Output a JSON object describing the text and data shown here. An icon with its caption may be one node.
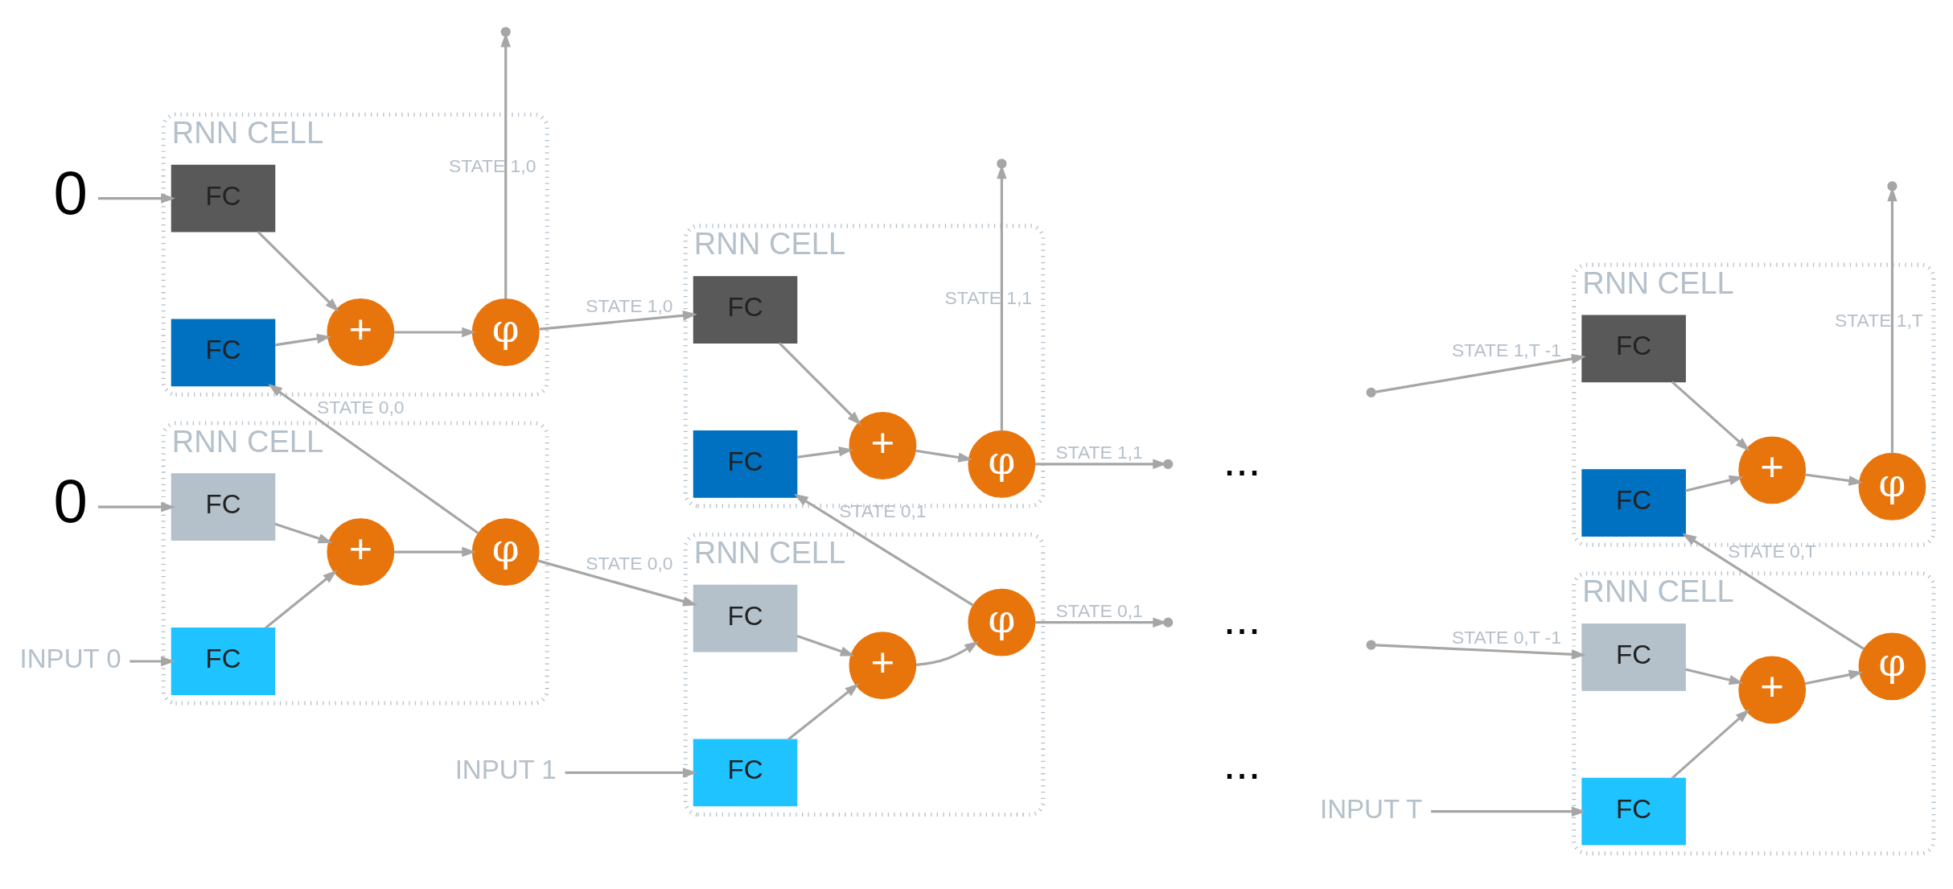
{
  "diagram": {
    "nodes": [
      {
        "text": [
          "0"
        ]
      },
      {
        "text": [
          "0"
        ]
      },
      {
        "text": [
          "RNN CELL"
        ]
      },
      {
        "text": [
          "FC"
        ],
        "in": 2
      },
      {
        "text": [
          "FC"
        ],
        "in": 2
      },
      {
        "text": [
          "+"
        ],
        "in": 2
      },
      {
        "text": [
          "φ"
        ],
        "in": 2
      },
      {
        "text": [
          "RNN CELL"
        ]
      },
      {
        "text": [
          "FC"
        ],
        "in": 7
      },
      {
        "text": [
          "FC"
        ],
        "in": 7
      },
      {
        "text": [
          "+"
        ],
        "in": 7
      },
      {
        "text": [
          "φ"
        ],
        "in": 7
      },
      {
        "text": [
          "RNN CELL"
        ]
      },
      {
        "text": [
          "FC"
        ],
        "in": 12
      },
      {
        "text": [
          "FC"
        ],
        "in": 12
      },
      {
        "text": [
          "+"
        ],
        "in": 12
      },
      {
        "text": [
          "φ"
        ],
        "in": 12
      },
      {
        "text": [
          "RNN CELL"
        ]
      },
      {
        "text": [
          "FC"
        ],
        "in": 17
      },
      {
        "text": [
          "FC"
        ],
        "in": 17
      },
      {
        "text": [
          "+"
        ],
        "in": 17
      },
      {
        "text": [
          "φ"
        ],
        "in": 17
      },
      {
        "text": [
          "RNN CELL"
        ]
      },
      {
        "text": [
          "FC"
        ],
        "in": 22
      },
      {
        "text": [
          "FC"
        ],
        "in": 22
      },
      {
        "text": [
          "+"
        ],
        "in": 22
      },
      {
        "text": [
          "φ"
        ],
        "in": 22
      },
      {
        "text": [
          "RNN CELL"
        ]
      },
      {
        "text": [
          "FC"
        ],
        "in": 27
      },
      {
        "text": [
          "FC"
        ],
        "in": 27
      },
      {
        "text": [
          "+"
        ],
        "in": 27
      },
      {
        "text": [
          "φ"
        ],
        "in": 27
      },
      {
        "text": [
          "INPUT 0"
        ]
      },
      {
        "text": [
          "INPUT 1"
        ]
      },
      {
        "text": [
          "INPUT T"
        ]
      }
    ],
    "edges": [
      {
        "from": 0,
        "to": 3,
        "arrow": "to"
      },
      {
        "from": 3,
        "to": 5,
        "arrow": "to"
      },
      {
        "from": 4,
        "to": 5,
        "arrow": "to"
      },
      {
        "from": 5,
        "to": 6,
        "arrow": "to"
      },
      {
        "from": 6,
        "to": null,
        "arrow": "to",
        "label": "STATE 1,0"
      },
      {
        "from": 6,
        "to": 8,
        "arrow": "to",
        "label": "STATE 1,0"
      },
      {
        "from": 8,
        "to": 10,
        "arrow": "to"
      },
      {
        "from": 9,
        "to": 10,
        "arrow": "to"
      },
      {
        "from": 10,
        "to": 11,
        "arrow": "to"
      },
      {
        "from": 11,
        "to": null,
        "arrow": "to",
        "label": "STATE 1,1"
      },
      {
        "from": 11,
        "to": null,
        "arrow": "to",
        "label": "STATE 1,1"
      },
      {
        "from": null,
        "to": 13,
        "arrow": "to",
        "label": "STATE 1,T -1"
      },
      {
        "from": 13,
        "to": 15,
        "arrow": "to"
      },
      {
        "from": 14,
        "to": 15,
        "arrow": "to"
      },
      {
        "from": 15,
        "to": 16,
        "arrow": "to"
      },
      {
        "from": 16,
        "to": null,
        "arrow": "to",
        "label": "STATE 1,T"
      },
      {
        "from": 21,
        "to": 4,
        "arrow": "to",
        "label": "STATE 0,0"
      },
      {
        "from": 26,
        "to": 9,
        "arrow": "to",
        "label": "STATE 0,1"
      },
      {
        "from": 31,
        "to": 14,
        "arrow": "to",
        "label": "STATE 0,T"
      },
      {
        "from": 1,
        "to": 18,
        "arrow": "to"
      },
      {
        "from": 18,
        "to": 20,
        "arrow": "to"
      },
      {
        "from": 19,
        "to": 20,
        "arrow": "to"
      },
      {
        "from": 20,
        "to": 21,
        "arrow": "to"
      },
      {
        "from": 21,
        "to": 23,
        "arrow": "to",
        "label": "STATE 0,0"
      },
      {
        "from": 23,
        "to": 25,
        "arrow": "to"
      },
      {
        "from": 24,
        "to": 25,
        "arrow": "to"
      },
      {
        "from": 25,
        "to": 26,
        "arrow": "to"
      },
      {
        "from": 26,
        "to": null,
        "arrow": "to",
        "label": "STATE 0,1"
      },
      {
        "from": null,
        "to": 28,
        "arrow": "to",
        "label": "STATE 0,T -1"
      },
      {
        "from": 28,
        "to": 30,
        "arrow": "to"
      },
      {
        "from": 29,
        "to": 30,
        "arrow": "to"
      },
      {
        "from": 30,
        "to": 31,
        "arrow": "to"
      },
      {
        "from": 32,
        "to": 19,
        "arrow": "to"
      },
      {
        "from": 33,
        "to": 24,
        "arrow": "to"
      },
      {
        "from": 34,
        "to": 29,
        "arrow": "to"
      }
    ],
    "labels": [
      "...",
      "...",
      "..."
    ]
  }
}
